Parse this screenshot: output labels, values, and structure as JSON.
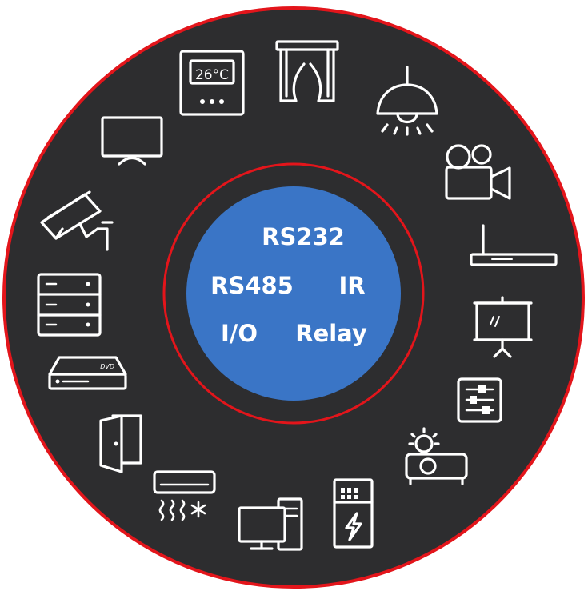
{
  "colors": {
    "outer_ring": "#e3151b",
    "outer_fill": "#2d2d2f",
    "inner_ring": "#e3151b",
    "hub_fill": "#3a75c6",
    "icon_stroke": "#ffffff"
  },
  "hub": {
    "protocols": [
      "RS232",
      "RS485",
      "IR",
      "I/O",
      "Relay"
    ]
  },
  "icons": [
    {
      "name": "thermostat-icon",
      "display": "26°C"
    },
    {
      "name": "curtain-icon"
    },
    {
      "name": "ceiling-lamp-icon"
    },
    {
      "name": "video-camera-icon"
    },
    {
      "name": "router-icon"
    },
    {
      "name": "projection-screen-icon"
    },
    {
      "name": "mixer-control-panel-icon"
    },
    {
      "name": "projector-icon"
    },
    {
      "name": "power-cabinet-icon"
    },
    {
      "name": "desktop-computer-icon"
    },
    {
      "name": "air-conditioner-icon"
    },
    {
      "name": "door-icon"
    },
    {
      "name": "dvd-player-icon",
      "label": "DVD"
    },
    {
      "name": "server-rack-icon"
    },
    {
      "name": "security-camera-icon"
    },
    {
      "name": "television-icon"
    }
  ]
}
